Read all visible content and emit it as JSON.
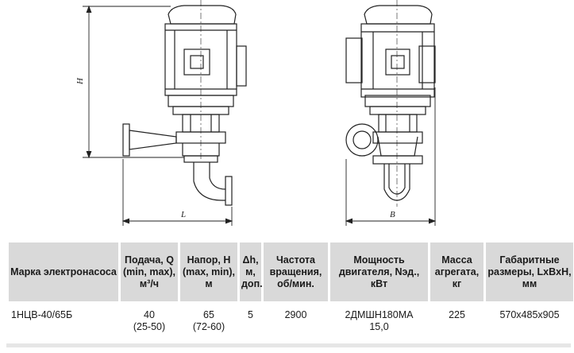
{
  "drawing": {
    "dim_height": "H",
    "dim_length": "L",
    "dim_width": "B"
  },
  "table": {
    "headers": {
      "model": "Марка электронасоса",
      "flow": "Подача, Q (min, max), м³/ч",
      "head": "Напор, Н (max, min), м",
      "dh": "Δh, м, доп.",
      "rpm": "Частота вращения, об/мин.",
      "power": "Мощность двигателя, Nэд., кВт",
      "mass": "Масса агрегата, кг",
      "dims": "Габаритные размеры, LxBxH, мм"
    },
    "row": {
      "model": "1НЦВ-40/65Б",
      "flow_nominal": "40",
      "flow_range": "(25-50)",
      "head_nominal": "65",
      "head_range": "(72-60)",
      "dh": "5",
      "rpm": "2900",
      "motor": "2ДМШН180МА",
      "power": "15,0",
      "mass": "225",
      "dims": "570x485x905"
    }
  }
}
